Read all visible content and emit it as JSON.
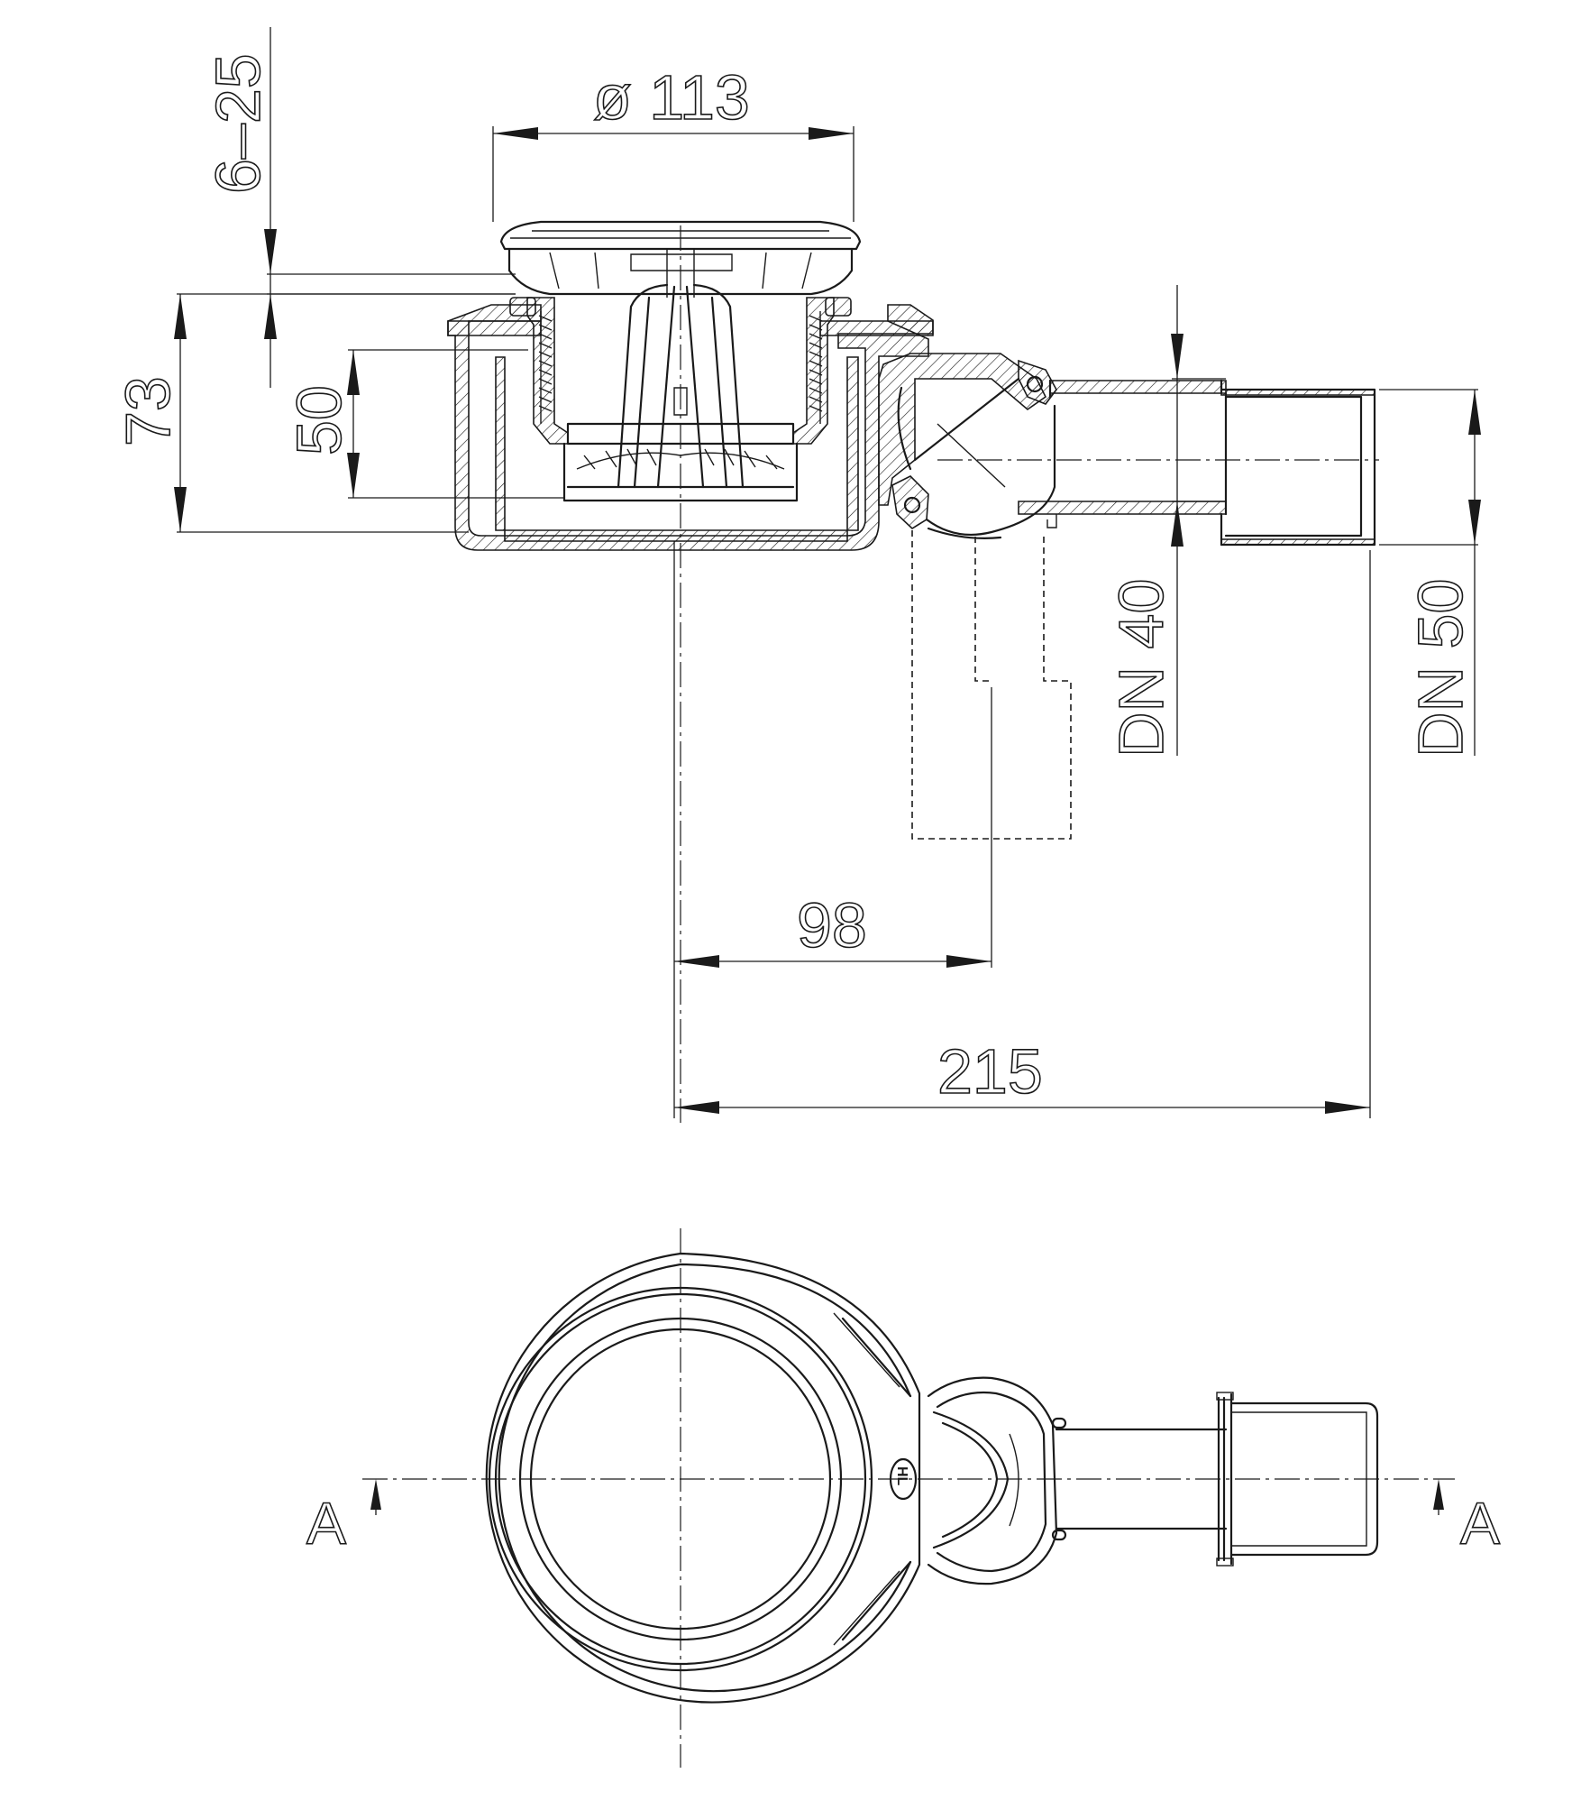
{
  "dimensions": {
    "cover_diameter": "ø 113",
    "adjust_range": "6–25",
    "height_total": "73",
    "water_seal": "50",
    "outlet_offset": "98",
    "overall_length": "215",
    "outlet_dn40": "DN 40",
    "outlet_dn50": "DN 50"
  },
  "section": {
    "left_marker": "A",
    "right_marker": "A"
  },
  "logo": {
    "text": "HL"
  }
}
